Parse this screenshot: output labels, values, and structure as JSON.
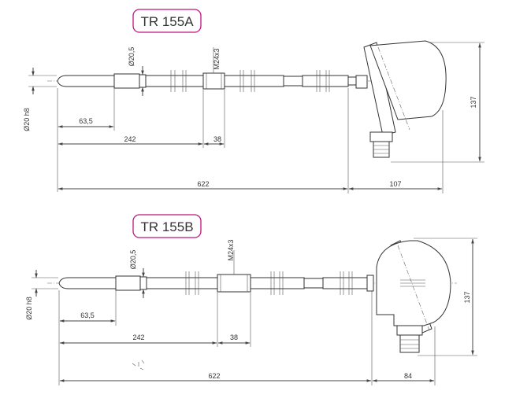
{
  "colors": {
    "badge_border": "#c0157f",
    "line": "#444444",
    "text": "#333333"
  },
  "variant_a": {
    "title": "TR 155A",
    "dim_tip_diameter": "Ø20 h8",
    "dim_stem_diameter": "Ø20,5",
    "dim_thread": "M24x3",
    "dim_tip_length": "63,5",
    "dim_to_thread": "242",
    "dim_thread_length": "38",
    "dim_total_length": "622",
    "dim_head_width": "107",
    "dim_head_height": "137"
  },
  "variant_b": {
    "title": "TR 155B",
    "dim_tip_diameter": "Ø20 h8",
    "dim_stem_diameter": "Ø20,5",
    "dim_thread": "M24x3",
    "dim_tip_length": "63,5",
    "dim_to_thread": "242",
    "dim_thread_length": "38",
    "dim_total_length": "622",
    "dim_head_width": "84",
    "dim_head_height": "137"
  }
}
